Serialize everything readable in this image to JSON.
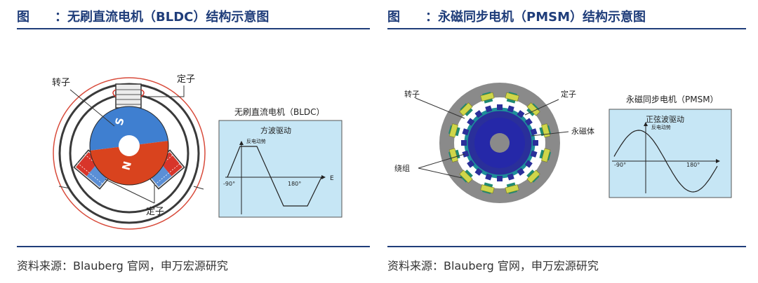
{
  "left": {
    "title_prefix": "图",
    "title_sep": "：",
    "title_text": "无刷直流电机（BLDC）结构示意图",
    "labels": {
      "rotor": "转子",
      "stator_top": "定子",
      "stator_bottom": "定子",
      "pole_s": "S",
      "pole_n": "N"
    },
    "waveform": {
      "heading": "无刷直流电机（BLDC）",
      "title": "方波驱动",
      "sublabel": "反电动势",
      "tick_left": "-90°",
      "tick_right": "180°",
      "axis_end": "E"
    },
    "source": "资料来源：Blauberg 官网，申万宏源研究"
  },
  "right": {
    "title_prefix": "图",
    "title_sep": "：",
    "title_text": "永磁同步电机（PMSM）结构示意图",
    "labels": {
      "rotor": "转子",
      "stator": "定子",
      "magnet": "永磁体",
      "winding": "绕组"
    },
    "waveform": {
      "heading": "永磁同步电机（PMSM）",
      "title": "正弦波驱动",
      "sublabel": "反电动势",
      "tick_left": "-90°",
      "tick_right": "180°"
    },
    "source": "资料来源：Blauberg 官网，申万宏源研究"
  },
  "colors": {
    "title_blue": "#1f3d7a",
    "box_fill": "#c6e6f5",
    "pole_blue": "#3f7fd0",
    "pole_red": "#d9431e",
    "coil_red": "#d8352a",
    "stator_gray": "#8a8a8a",
    "rotor_navy": "#2a2f9a",
    "coil_yellow": "#cfd64a",
    "tooth_green": "#1f8a73"
  }
}
